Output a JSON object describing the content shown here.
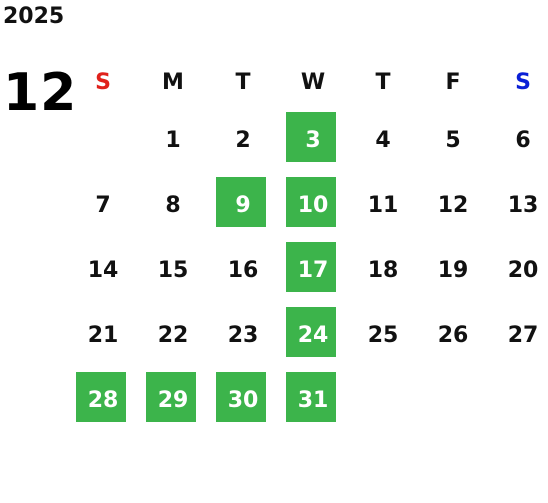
{
  "calendar": {
    "year": "2025",
    "month": "12",
    "weekdays": [
      "S",
      "M",
      "T",
      "W",
      "T",
      "F",
      "S"
    ],
    "highlight_color": "#3cb44b",
    "sunday_color": "#e0211b",
    "saturday_color": "#1d3f9a",
    "weeks": [
      [
        {
          "day": "",
          "hl": false
        },
        {
          "day": "1",
          "hl": false
        },
        {
          "day": "2",
          "hl": false
        },
        {
          "day": "3",
          "hl": true
        },
        {
          "day": "4",
          "hl": false
        },
        {
          "day": "5",
          "hl": false
        },
        {
          "day": "6",
          "hl": false
        }
      ],
      [
        {
          "day": "7",
          "hl": false
        },
        {
          "day": "8",
          "hl": false
        },
        {
          "day": "9",
          "hl": true
        },
        {
          "day": "10",
          "hl": true
        },
        {
          "day": "11",
          "hl": false
        },
        {
          "day": "12",
          "hl": false
        },
        {
          "day": "13",
          "hl": false
        }
      ],
      [
        {
          "day": "14",
          "hl": false
        },
        {
          "day": "15",
          "hl": false
        },
        {
          "day": "16",
          "hl": false
        },
        {
          "day": "17",
          "hl": true
        },
        {
          "day": "18",
          "hl": false
        },
        {
          "day": "19",
          "hl": false
        },
        {
          "day": "20",
          "hl": false
        }
      ],
      [
        {
          "day": "21",
          "hl": false
        },
        {
          "day": "22",
          "hl": false
        },
        {
          "day": "23",
          "hl": false
        },
        {
          "day": "24",
          "hl": true
        },
        {
          "day": "25",
          "hl": false
        },
        {
          "day": "26",
          "hl": false
        },
        {
          "day": "27",
          "hl": false
        }
      ],
      [
        {
          "day": "28",
          "hl": true
        },
        {
          "day": "29",
          "hl": true
        },
        {
          "day": "30",
          "hl": true
        },
        {
          "day": "31",
          "hl": true
        },
        {
          "day": "",
          "hl": false
        },
        {
          "day": "",
          "hl": false
        },
        {
          "day": "",
          "hl": false
        }
      ]
    ]
  }
}
